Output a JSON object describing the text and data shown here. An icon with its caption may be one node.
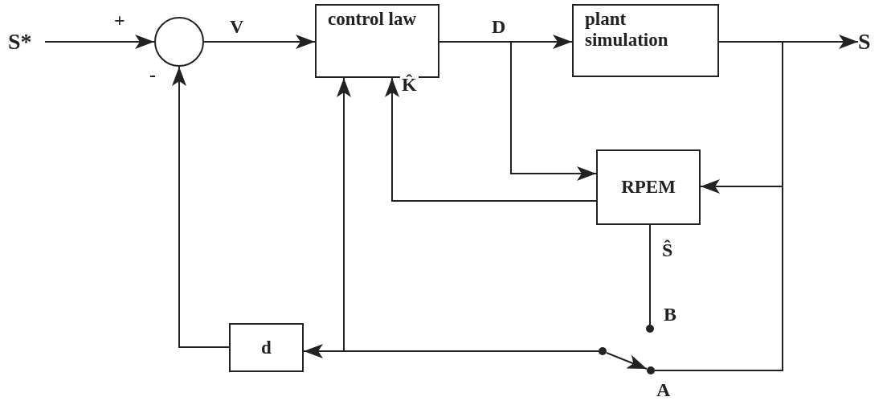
{
  "diagram": {
    "nodes": [
      {
        "text": [
          "S*"
        ]
      },
      {
        "text": [],
        "shape": "circle"
      },
      {
        "text": [
          "control law"
        ]
      },
      {
        "text": [
          "plant simulation"
        ]
      },
      {
        "text": [
          "S"
        ]
      },
      {
        "text": [
          "RPEM"
        ]
      },
      {
        "text": [
          "d"
        ]
      },
      {
        "text": [],
        "shape": "circle",
        "beside": [
          "B"
        ]
      },
      {
        "text": [],
        "shape": "circle",
        "beside": [
          "A"
        ]
      },
      {
        "text": [],
        "shape": "circle"
      }
    ],
    "edges": [
      {
        "from": 0,
        "to": 1,
        "arrow": "to",
        "label": "+"
      },
      {
        "from": 1,
        "to": 2,
        "arrow": "to",
        "label": "V"
      },
      {
        "from": 2,
        "to": 3,
        "arrow": "to",
        "label": "D"
      },
      {
        "from": 2,
        "to": 5,
        "arrow": "to"
      },
      {
        "from": 3,
        "to": 4,
        "arrow": "to"
      },
      {
        "from": 3,
        "to": 5,
        "arrow": "to"
      },
      {
        "from": 3,
        "to": 8,
        "arrow": "none"
      },
      {
        "from": 5,
        "to": 2,
        "arrow": "to",
        "label": "K̂"
      },
      {
        "from": 5,
        "to": 7,
        "arrow": "none",
        "label": "Ŝ"
      },
      {
        "from": 9,
        "to": 8,
        "arrow": "to"
      },
      {
        "from": 9,
        "to": 6,
        "arrow": "to"
      },
      {
        "from": 9,
        "to": 2,
        "arrow": "to"
      },
      {
        "from": 6,
        "to": 1,
        "arrow": "to",
        "label": "-"
      }
    ]
  }
}
